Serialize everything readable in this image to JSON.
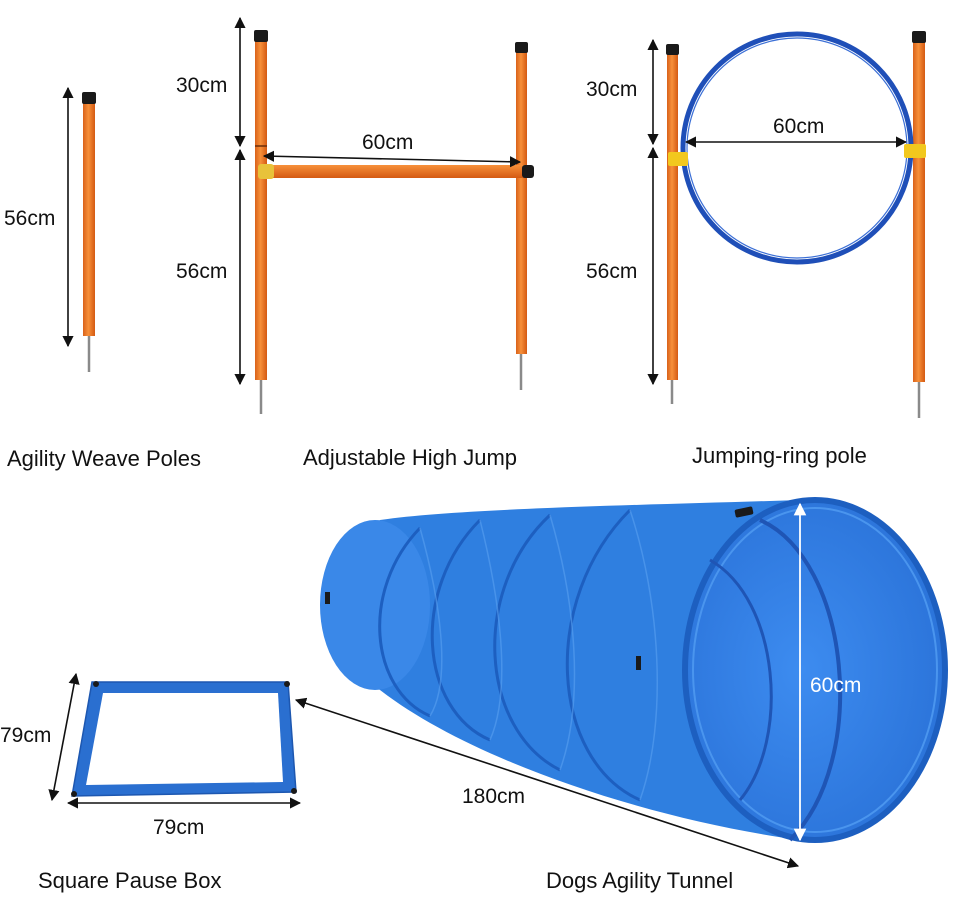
{
  "products": {
    "weave_poles": {
      "caption": "Agility Weave Poles",
      "height": "56cm"
    },
    "high_jump": {
      "caption": "Adjustable High Jump",
      "top": "30cm",
      "width": "60cm",
      "height": "56cm"
    },
    "ring_pole": {
      "caption": "Jumping-ring pole",
      "top": "30cm",
      "width": "60cm",
      "height": "56cm"
    },
    "pause_box": {
      "caption": "Square Pause Box",
      "side": "79cm",
      "width": "79cm"
    },
    "tunnel": {
      "caption": "Dogs Agility Tunnel",
      "length": "180cm",
      "diameter": "60cm"
    }
  },
  "colors": {
    "pole_orange": "#f07a22",
    "pole_shadow": "#c85a10",
    "pole_cap": "#1a1a1a",
    "ring_blue": "#1f4fb8",
    "tunnel_blue": "#2f7fe0",
    "tunnel_dark": "#1d5fc0",
    "clip_yellow": "#f2c81e"
  }
}
